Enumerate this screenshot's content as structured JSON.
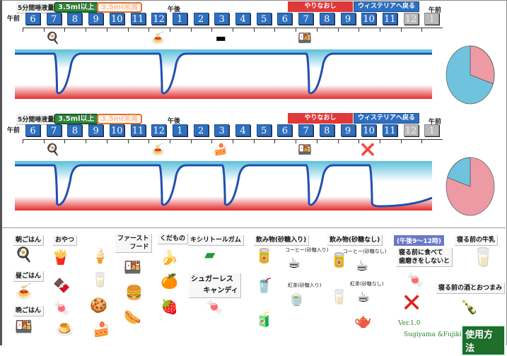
{
  "legend": {
    "title": "5分間唾液量",
    "above_label": "3.5ml以上",
    "below_label": "3.5ml未満"
  },
  "buttons": {
    "redo": "やりなおし",
    "back": "ウィステリアへ戻る",
    "howto": "使用方法"
  },
  "timeline": {
    "am_label": "午前",
    "pm_label": "午後",
    "hours": [
      "6",
      "7",
      "8",
      "9",
      "10",
      "11",
      "12",
      "1",
      "2",
      "3",
      "4",
      "5",
      "6",
      "7",
      "8",
      "9",
      "10",
      "11",
      "12",
      "1"
    ],
    "disabled_hours": [
      18,
      19
    ]
  },
  "rows": [
    {
      "id": "top",
      "events": [
        {
          "hour_index": 1,
          "item": "breakfast",
          "icon": "🍳"
        },
        {
          "hour_index": 6,
          "item": "lunch",
          "icon": "🍝"
        },
        {
          "hour_index": 9,
          "item": "xylitol-gum",
          "icon": "▬"
        },
        {
          "hour_index": 13,
          "item": "dinner",
          "icon": "🍱"
        }
      ],
      "drops_hour_index": [
        1,
        6,
        13
      ],
      "pie": {
        "safe_fraction": 0.7,
        "risk_fraction": 0.3
      }
    },
    {
      "id": "bottom",
      "events": [
        {
          "hour_index": 1,
          "item": "breakfast",
          "icon": "🍳"
        },
        {
          "hour_index": 6,
          "item": "lunch",
          "icon": "🍝"
        },
        {
          "hour_index": 9,
          "item": "castella",
          "icon": "🍰"
        },
        {
          "hour_index": 13,
          "item": "dinner",
          "icon": "🍱"
        },
        {
          "hour_index": 16,
          "item": "no-brushing-before-bed",
          "icon": "❌"
        }
      ],
      "drops_hour_index": [
        1,
        6,
        9,
        13,
        16
      ],
      "pie": {
        "safe_fraction": 0.2,
        "risk_fraction": 0.8
      }
    }
  ],
  "palette": {
    "meals": {
      "breakfast": "朝ごはん",
      "lunch": "昼ごはん",
      "dinner": "晩ごはん"
    },
    "snacks": "おやつ",
    "fastfood": [
      "ファースト",
      "フード"
    ],
    "fruit": "くだもの",
    "xylitol": "キシリトールガム",
    "sugarless": [
      "シュガーレス",
      "キャンディ"
    ],
    "drinks_sugar": "飲み物(砂糖入り)",
    "coffee_sugar": "コーヒー(砂糖入り)",
    "tea_sugar": "紅茶(砂糖入り)",
    "drinks_nosugar": "飲み物(砂糖なし)",
    "coffee_nosugar": "コーヒー(砂糖なし)",
    "tea_nosugar": "紅茶(砂糖なし)",
    "night_time": "(午後9〜12時)",
    "no_brush": [
      "寝る前に食べて",
      "歯磨きをしないと"
    ],
    "milk_before_bed": "寝る前の牛乳",
    "alcohol_before_bed": "寝る前の酒とおつまみ",
    "version": "Ver.1.0",
    "authors": "Sugiyama &Fujiki"
  },
  "colors": {
    "hour_box": "#2f6fc0",
    "safe": "#6fc3dc",
    "risk": "#ee9aa5",
    "curve_line": "#1f4fb0",
    "acid": "#e02020"
  }
}
